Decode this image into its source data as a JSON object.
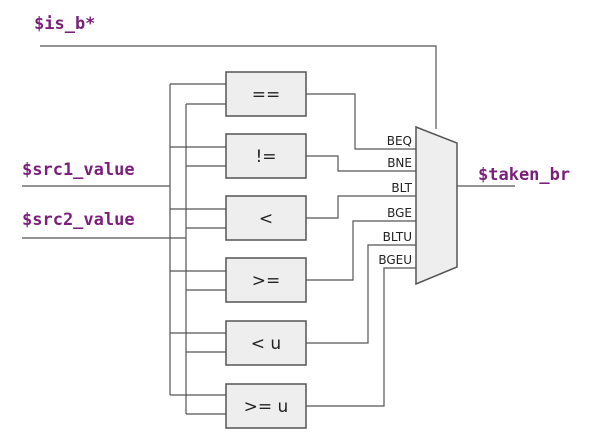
{
  "colors": {
    "signal_text": "#7a1f7a",
    "wire": "#555555",
    "box_fill": "#eeeeee"
  },
  "signals": {
    "is_b": "$is_b*",
    "src1": "$src1_value",
    "src2": "$src2_value",
    "taken": "$taken_br"
  },
  "comparators": [
    "==",
    "!=",
    "<",
    ">=",
    "< u",
    ">= u"
  ],
  "mux_inputs": [
    "BEQ",
    "BNE",
    "BLT",
    "BGE",
    "BLTU",
    "BGEU"
  ]
}
